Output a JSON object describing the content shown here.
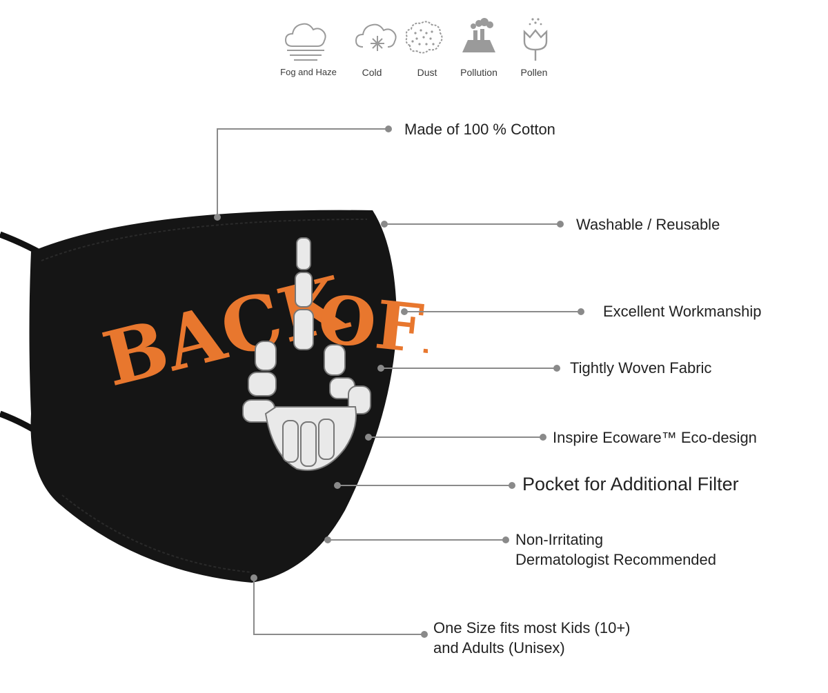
{
  "conditions": [
    {
      "label": "Fog and Haze",
      "icon": "fog-icon"
    },
    {
      "label": "Cold",
      "icon": "cold-icon"
    },
    {
      "label": "Dust",
      "icon": "dust-icon"
    },
    {
      "label": "Pollution",
      "icon": "pollution-icon"
    },
    {
      "label": "Pollen",
      "icon": "pollen-icon"
    }
  ],
  "mask": {
    "print_left": "BACK",
    "print_right": "OFF"
  },
  "features": [
    {
      "line1": "Made of 100 % Cotton"
    },
    {
      "line1": "Washable / Reusable"
    },
    {
      "line1": "Excellent Workmanship"
    },
    {
      "line1": "Tightly Woven Fabric"
    },
    {
      "line1": "Inspire Ecoware™  Eco-design"
    },
    {
      "line1": "Pocket for Additional Filter"
    },
    {
      "line1": "Non-Irritating",
      "line2": "Dermatologist Recommended"
    },
    {
      "line1": "One Size fits most Kids (10+)",
      "line2": "and Adults (Unisex)"
    }
  ],
  "colors": {
    "mask": "#151515",
    "print": "#e8772e",
    "callout_line": "#8a8a8a",
    "icon": "#9a9a9a"
  }
}
